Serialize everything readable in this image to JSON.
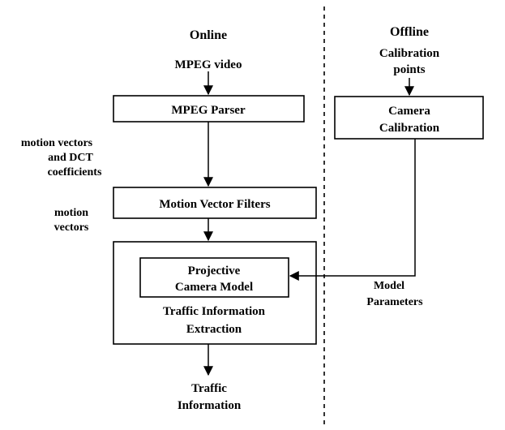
{
  "sections": {
    "online": "Online",
    "offline": "Offline"
  },
  "inputs": {
    "mpeg_video": "MPEG video",
    "calibration_points_line1": "Calibration",
    "calibration_points_line2": "points"
  },
  "boxes": {
    "mpeg_parser": "MPEG Parser",
    "camera_calibration_line1": "Camera",
    "camera_calibration_line2": "Calibration",
    "motion_vector_filters": "Motion Vector Filters",
    "projective_camera_model_line1": "Projective",
    "projective_camera_model_line2": "Camera Model",
    "traffic_information_extraction_line1": "Traffic Information",
    "traffic_information_extraction_line2": "Extraction"
  },
  "edge_labels": {
    "mv_dct_line1": "motion vectors",
    "mv_dct_line2": "and DCT",
    "mv_dct_line3": "coefficients",
    "mv_line1": "motion",
    "mv_line2": "vectors",
    "model_params_line1": "Model",
    "model_params_line2": "Parameters"
  },
  "outputs": {
    "traffic_information_line1": "Traffic",
    "traffic_information_line2": "Information"
  }
}
